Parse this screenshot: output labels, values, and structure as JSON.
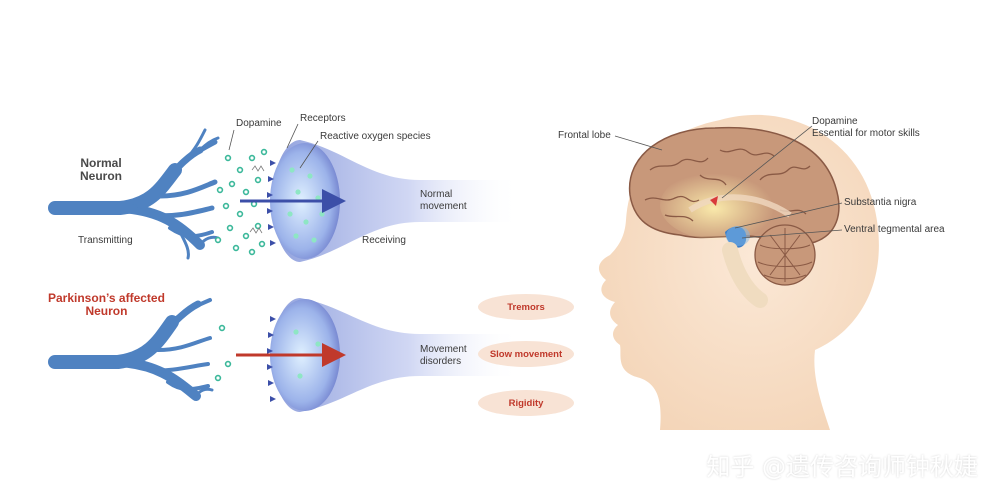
{
  "normal_neuron": {
    "title_line1": "Normal",
    "title_line2": "Neuron",
    "dopamine": "Dopamine",
    "receptors": "Receptors",
    "ros": "Reactive oxygen species",
    "transmitting": "Transmitting",
    "receiving": "Receiving",
    "outcome_line1": "Normal",
    "outcome_line2": "movement"
  },
  "affected_neuron": {
    "title_line1": "Parkinson’s affected",
    "title_line2": "Neuron",
    "outcome_line1": "Movement",
    "outcome_line2": "disorders"
  },
  "symptoms": [
    "Tremors",
    "Slow movement",
    "Rigidity"
  ],
  "brain": {
    "frontal_lobe": "Frontal lobe",
    "dopamine_line1": "Dopamine",
    "dopamine_line2": "Essential for motor skills",
    "substantia_nigra": "Substantia nigra",
    "vta": "Ventral tegmental area"
  },
  "watermark": "知乎 @遗传咨询师钟秋婕",
  "colors": {
    "neuron_blue": "#4f82c1",
    "normal_title": "#4a4a4a",
    "affected_title": "#c0392b",
    "symptom_pill": "#f8e3d5",
    "skin": "#f6dcc4",
    "brain": "#c8987a",
    "dopamine_particle": "#3bb89a"
  }
}
